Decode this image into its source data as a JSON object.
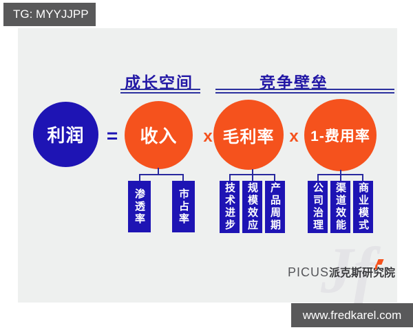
{
  "page": {
    "tg_badge": "TG: MYYJJPP",
    "website_badge": "www.fredkarel.com"
  },
  "diagram": {
    "headers": {
      "growth": "成长空间",
      "moat": "竞争壁垒"
    },
    "formula": {
      "profit": "利润",
      "equals": "=",
      "times": "x",
      "revenue": "收入",
      "gross_margin": "毛利率",
      "expense": "1-费用率"
    },
    "revenue_drivers": [
      "渗透率",
      "市占率"
    ],
    "margin_drivers": [
      "技术进步",
      "规模效应",
      "产品周期"
    ],
    "expense_drivers": [
      "公司治理",
      "渠道效能",
      "商业模式"
    ]
  },
  "logo": {
    "brand_en": "PICUS",
    "brand_cn": "派克斯研究院",
    "watermark": "Jf"
  },
  "colors": {
    "blue": "#1e14b4",
    "orange": "#f5521d",
    "line_blue": "#28289e",
    "header_blue": "#2217a5",
    "panel_bg": "#eef0ef",
    "badge_bg": "#59595a"
  }
}
